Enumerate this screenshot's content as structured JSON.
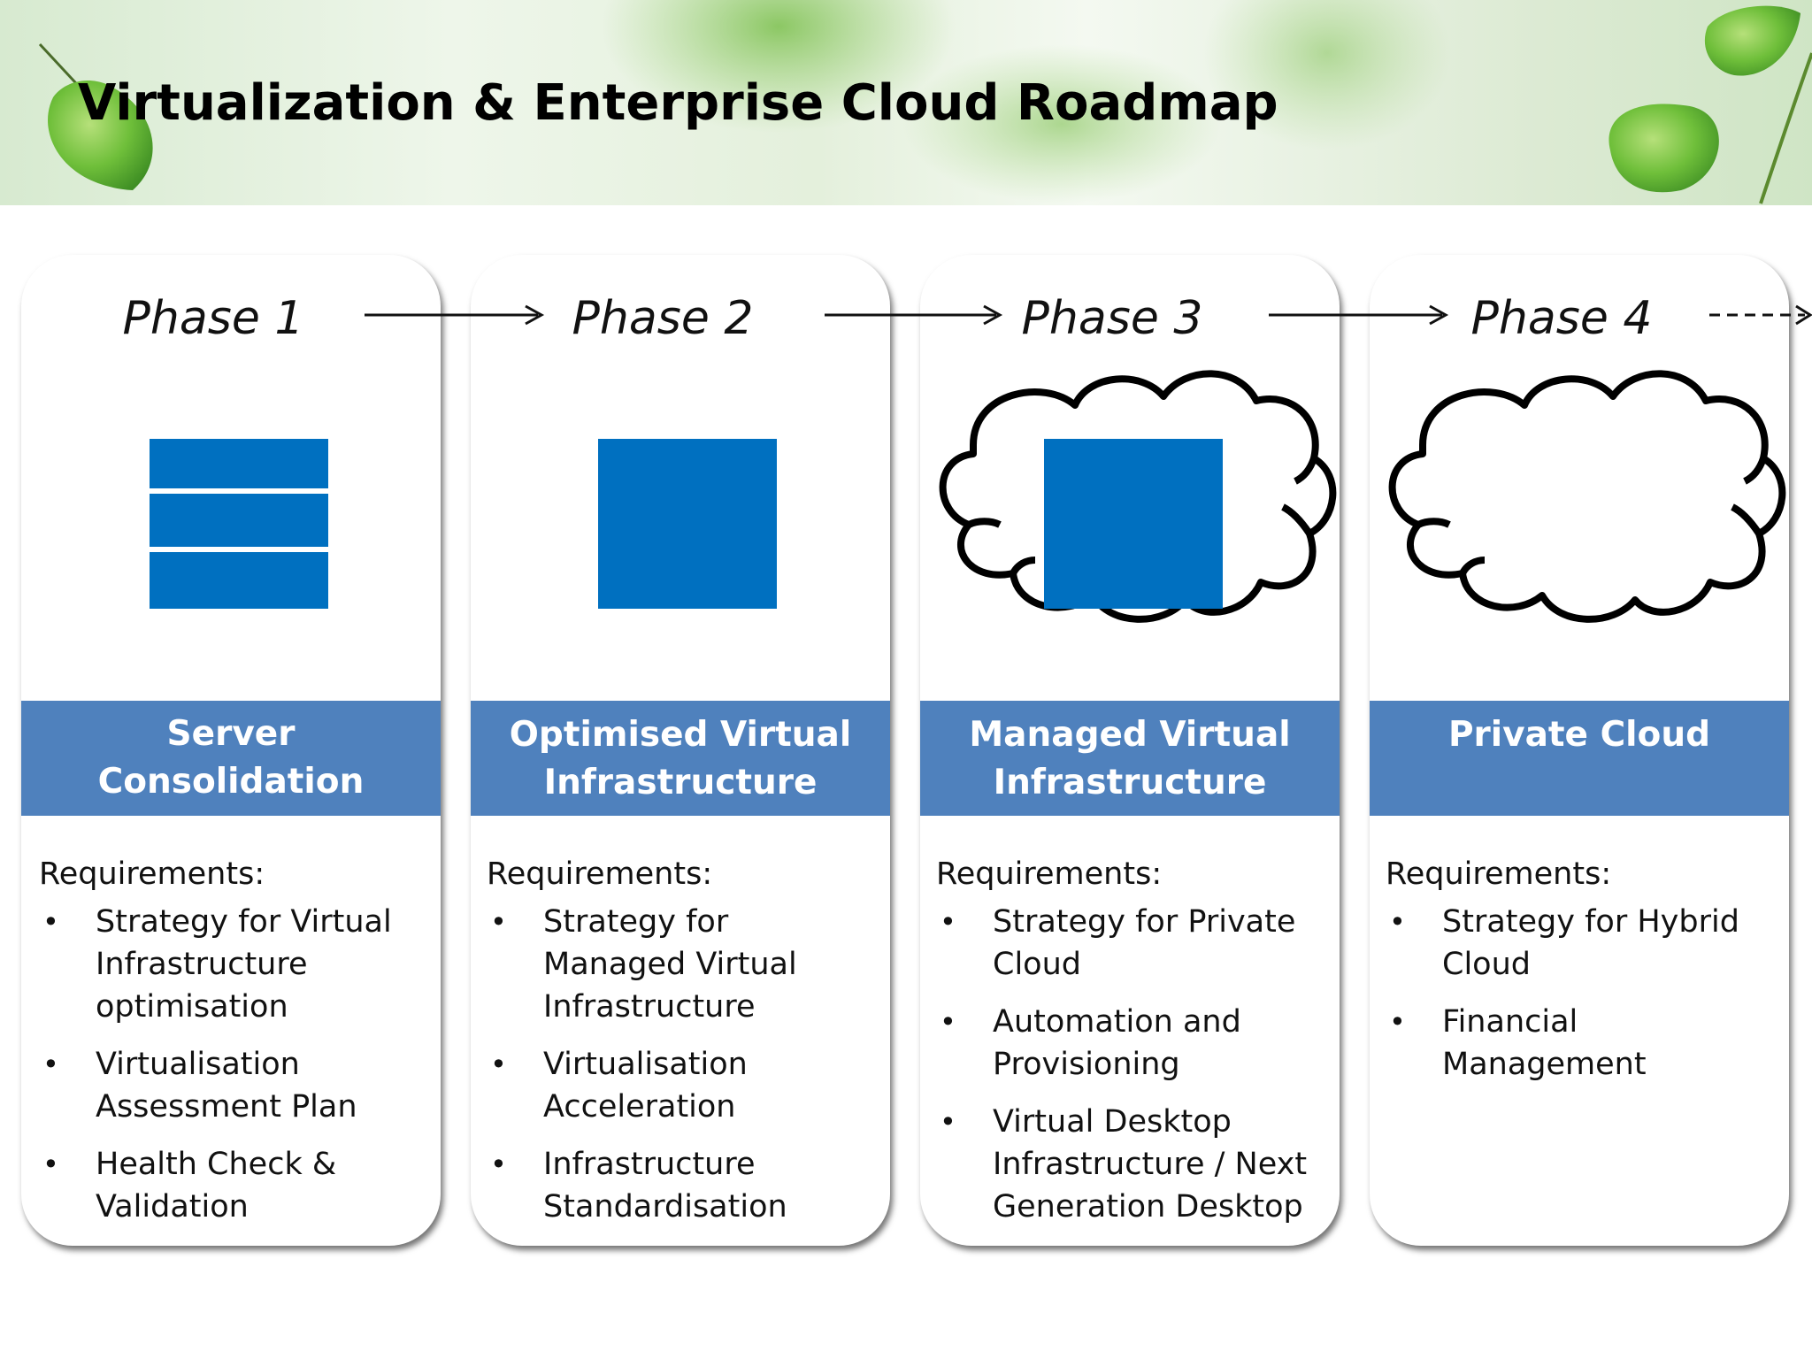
{
  "header": {
    "title": "Virtualization & Enterprise Cloud Roadmap"
  },
  "colors": {
    "band": "#4f81bd",
    "icon_blue": "#0070c0",
    "cloud_outline": "#000000",
    "header_green": "#cfe5c5"
  },
  "phases": [
    {
      "label": "Phase 1",
      "icon": "stacked-servers-icon",
      "name": "Server Consolidation",
      "requirements_heading": "Requirements:",
      "requirements": [
        "Strategy for Virtual Infrastructure optimisation",
        "Virtualisation Assessment Plan",
        "Health Check & Validation"
      ]
    },
    {
      "label": "Phase 2",
      "icon": "consolidated-block-icon",
      "name": "Optimised Virtual Infrastructure",
      "requirements_heading": "Requirements:",
      "requirements": [
        "Strategy for Managed Virtual Infrastructure",
        "Virtualisation Acceleration",
        "Infrastructure Standardisation"
      ]
    },
    {
      "label": "Phase 3",
      "icon": "block-in-cloud-icon",
      "name": "Managed Virtual Infrastructure",
      "requirements_heading": "Requirements:",
      "requirements": [
        "Strategy for Private Cloud",
        "Automation and Provisioning",
        "Virtual Desktop Infrastructure / Next Generation Desktop"
      ]
    },
    {
      "label": "Phase 4",
      "icon": "cloud-icon",
      "name": "Private Cloud",
      "requirements_heading": "Requirements:",
      "requirements": [
        "Strategy for Hybrid Cloud",
        "Financial Management"
      ]
    }
  ]
}
